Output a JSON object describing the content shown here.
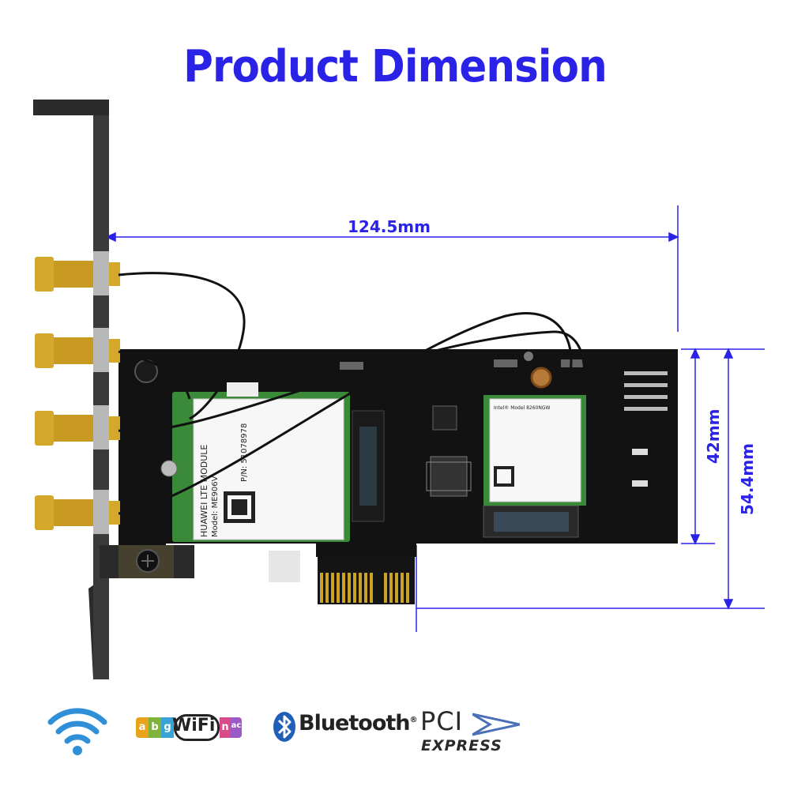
{
  "title": "Product Dimension",
  "dimensions": {
    "width": "124.5mm",
    "height_short": "42mm",
    "height_full": "54.4mm"
  },
  "module_labels": {
    "lte": "HUAWEI LTE MODULE",
    "lte_model": "Model: ME906V",
    "lte_pn": "P/N: 51078978",
    "wifi": "Intel® Model 8260NGW"
  },
  "logos": {
    "wifi_icon": "wifi-signal-icon",
    "wifi_bands_left": [
      "a",
      "b",
      "g"
    ],
    "wifi_word": "WiFi",
    "wifi_bands_right": [
      "n",
      "ac"
    ],
    "bluetooth": "Bluetooth",
    "pci_top": "PCI",
    "pci_bottom": "EXPRESS"
  },
  "colors": {
    "accent": "#2a22e6",
    "dim_line": "#2a22e6",
    "pcb": "#121212",
    "connector_gold": "#d4a82a"
  }
}
